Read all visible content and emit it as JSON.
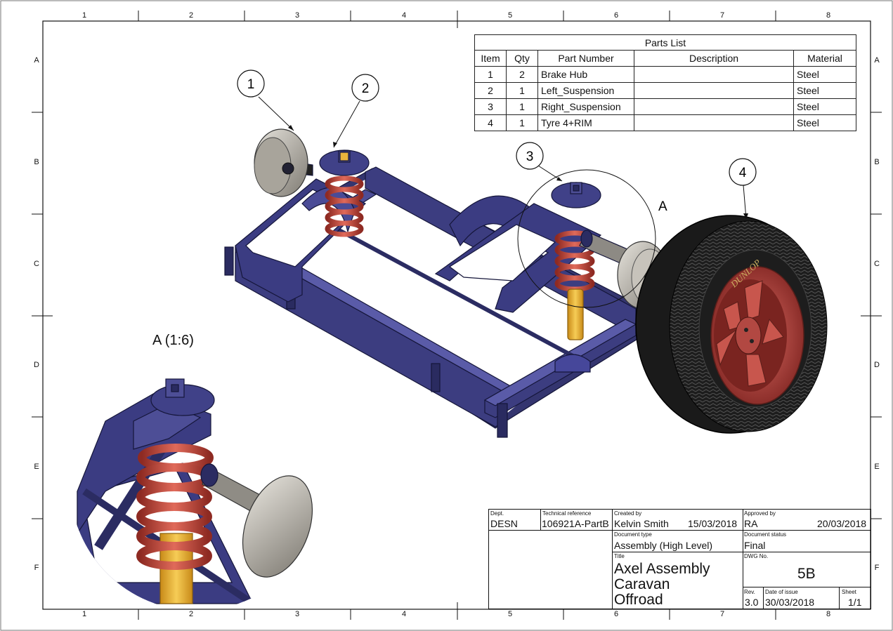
{
  "zones": {
    "columns": [
      "1",
      "2",
      "3",
      "4",
      "5",
      "6",
      "7",
      "8"
    ],
    "rows": [
      "A",
      "B",
      "C",
      "D",
      "E",
      "F"
    ]
  },
  "parts_list": {
    "title": "Parts List",
    "headers": [
      "Item",
      "Qty",
      "Part Number",
      "Description",
      "Material"
    ],
    "rows": [
      [
        "1",
        "2",
        "Brake Hub",
        "",
        "Steel"
      ],
      [
        "2",
        "1",
        "Left_Suspension",
        "",
        "Steel"
      ],
      [
        "3",
        "1",
        "Right_Suspension",
        "",
        "Steel"
      ],
      [
        "4",
        "1",
        "Tyre 4+RIM",
        "",
        "Steel"
      ]
    ]
  },
  "balloons": [
    "1",
    "2",
    "3",
    "4"
  ],
  "detail": {
    "marker": "A",
    "view_label": "A (1:6)"
  },
  "tyre_brand": "DUNLOP",
  "title_block": {
    "dept_label": "Dept.",
    "dept": "DESN",
    "tech_ref_label": "Technical reference",
    "tech_ref": "106921A-PartB",
    "created_by_label": "Created by",
    "created_by": "Kelvin Smith",
    "created_date": "15/03/2018",
    "approved_by_label": "Approved by",
    "approved_by": "RA",
    "approved_date": "20/03/2018",
    "doc_type_label": "Document type",
    "doc_type": "Assembly (High Level)",
    "doc_status_label": "Document status",
    "doc_status": "Final",
    "title_label": "Title",
    "title_line1": "Axel Assembly",
    "title_line2": "Caravan",
    "title_line3": "Offroad",
    "dwg_label": "DWG No.",
    "dwg_no": "5B",
    "rev_label": "Rev.",
    "rev": "3.0",
    "issue_label": "Date of issue",
    "issue_date": "30/03/2018",
    "sheet_label": "Sheet",
    "sheet": "1/1"
  },
  "colors": {
    "frame": "#3a3b7e",
    "frame_dark": "#23244f",
    "spring": "#c8443a",
    "damper": "#e8b030",
    "hub": "#b8b4ad",
    "tyre": "#1c1c1c",
    "rim": "#b84a44"
  }
}
